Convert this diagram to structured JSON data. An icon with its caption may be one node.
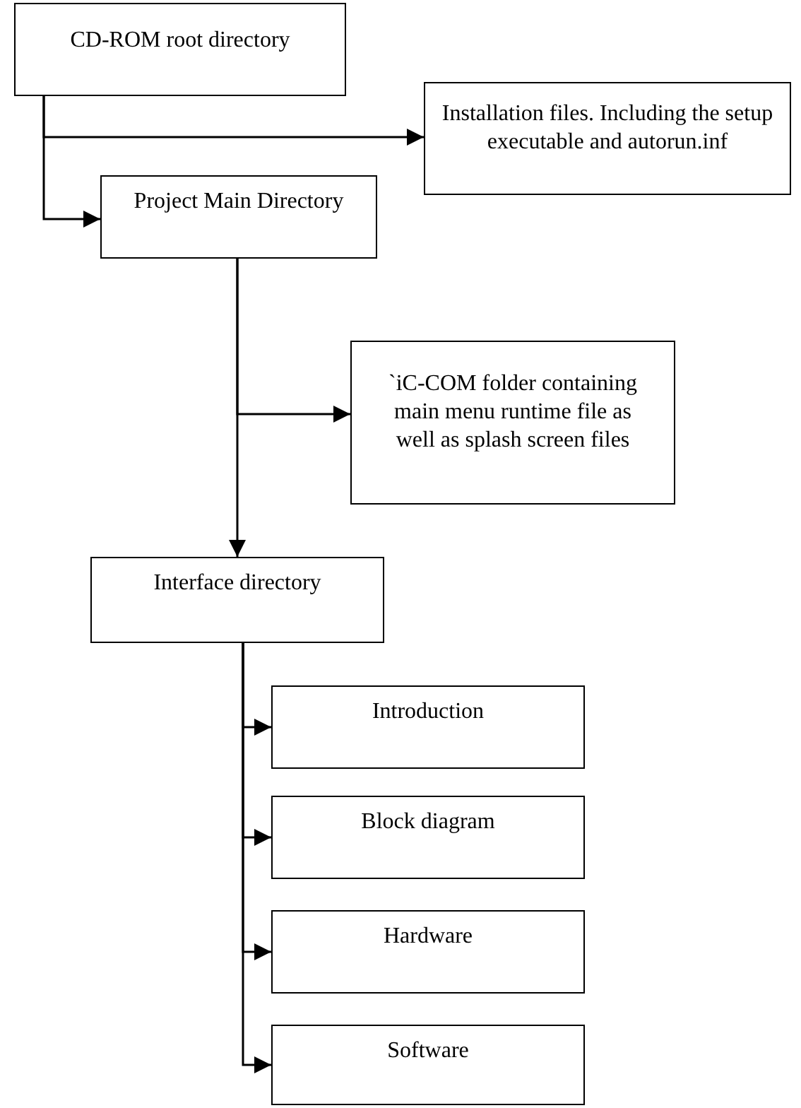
{
  "diagram": {
    "nodes": [
      {
        "text": [
          "CD-ROM root directory"
        ]
      },
      {
        "text": [
          "Installation files. Including the setup executable and autorun.inf"
        ]
      },
      {
        "text": [
          "Project Main Directory"
        ]
      },
      {
        "text": [
          "`iC-COM folder containing main menu runtime file as well as splash screen files"
        ]
      },
      {
        "text": [
          "Interface directory"
        ]
      },
      {
        "text": [
          "Introduction"
        ]
      },
      {
        "text": [
          "Block diagram"
        ]
      },
      {
        "text": [
          "Hardware"
        ]
      },
      {
        "text": [
          "Software"
        ]
      }
    ],
    "edges": [
      {
        "from": 0,
        "to": 1,
        "arrow": "to"
      },
      {
        "from": 0,
        "to": 2,
        "arrow": "to"
      },
      {
        "from": 2,
        "to": 3,
        "arrow": "to"
      },
      {
        "from": 2,
        "to": 4,
        "arrow": "to"
      },
      {
        "from": 4,
        "to": 5,
        "arrow": "to"
      },
      {
        "from": 4,
        "to": 6,
        "arrow": "to"
      },
      {
        "from": 4,
        "to": 7,
        "arrow": "to"
      },
      {
        "from": 4,
        "to": 8,
        "arrow": "to"
      }
    ]
  }
}
